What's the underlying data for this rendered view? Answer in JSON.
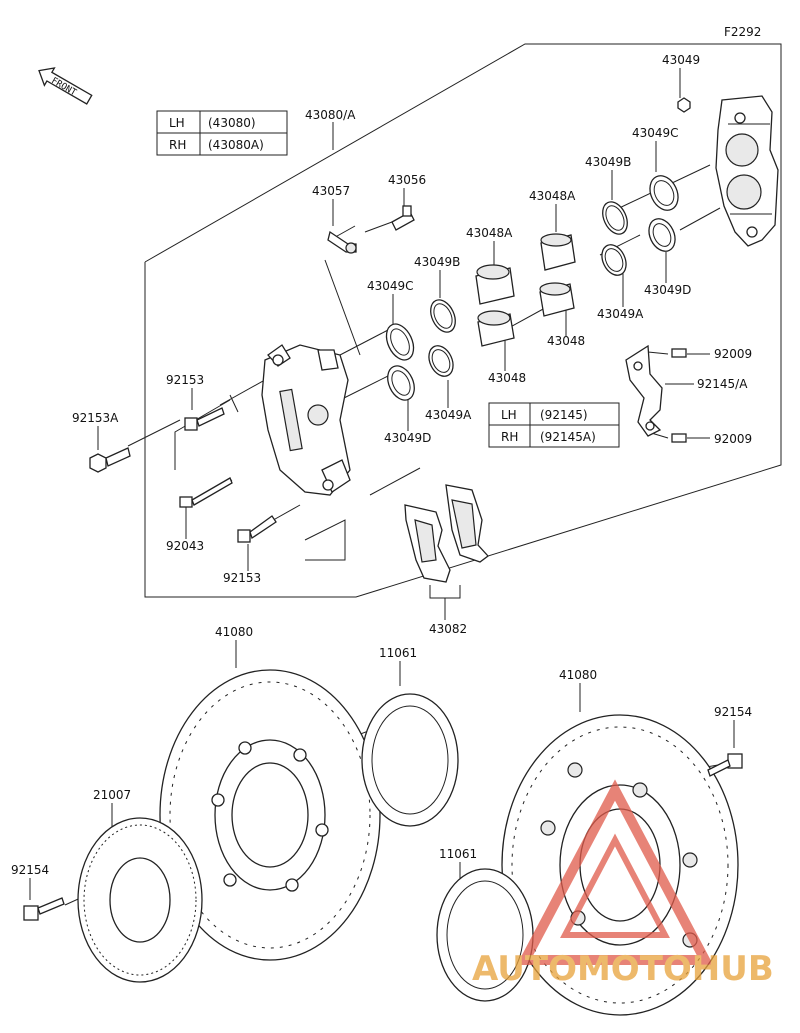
{
  "diagram_code": "F2292",
  "front_label": "FRONT",
  "caliper_table": {
    "rows": [
      {
        "side": "LH",
        "code": "(43080)"
      },
      {
        "side": "RH",
        "code": "(43080A)"
      }
    ]
  },
  "bracket_table": {
    "rows": [
      {
        "side": "LH",
        "code": "(92145)"
      },
      {
        "side": "RH",
        "code": "(92145A)"
      }
    ]
  },
  "parts": {
    "p43080A": "43080/A",
    "p43049": "43049",
    "p43049C_r": "43049C",
    "p43049B_r": "43049B",
    "p43048A_r": "43048A",
    "p43057": "43057",
    "p43056": "43056",
    "p43048A_l": "43048A",
    "p43049B_l": "43049B",
    "p43049C_l": "43049C",
    "p43048_r": "43048",
    "p43049D_r": "43049D",
    "p43049A_r": "43049A",
    "p92009_t": "92009",
    "p92145A": "92145/A",
    "p92009_b": "92009",
    "p92153_t": "92153",
    "p92153A": "92153A",
    "p43048_l": "43048",
    "p43049A_l": "43049A",
    "p43049D_l": "43049D",
    "p92043": "92043",
    "p92153_b": "92153",
    "p43082": "43082",
    "p41080_l": "41080",
    "p11061_t": "11061",
    "p41080_r": "41080",
    "p92154_r": "92154",
    "p21007": "21007",
    "p92154_l": "92154",
    "p11061_b": "11061"
  },
  "watermark": {
    "text": "AUTOMOTOHUB",
    "color": "#e8a23a",
    "accent": "#e05a4a"
  }
}
